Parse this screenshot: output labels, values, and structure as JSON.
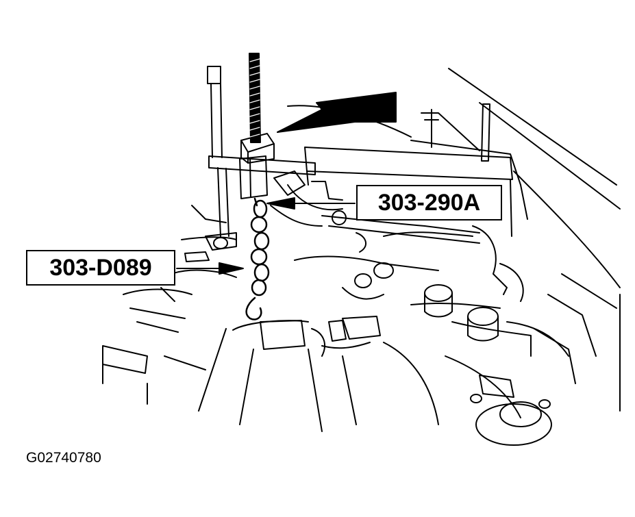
{
  "callouts": {
    "tool_a": "303-290A",
    "tool_b": "303-D089"
  },
  "figure_id": "G02740780"
}
